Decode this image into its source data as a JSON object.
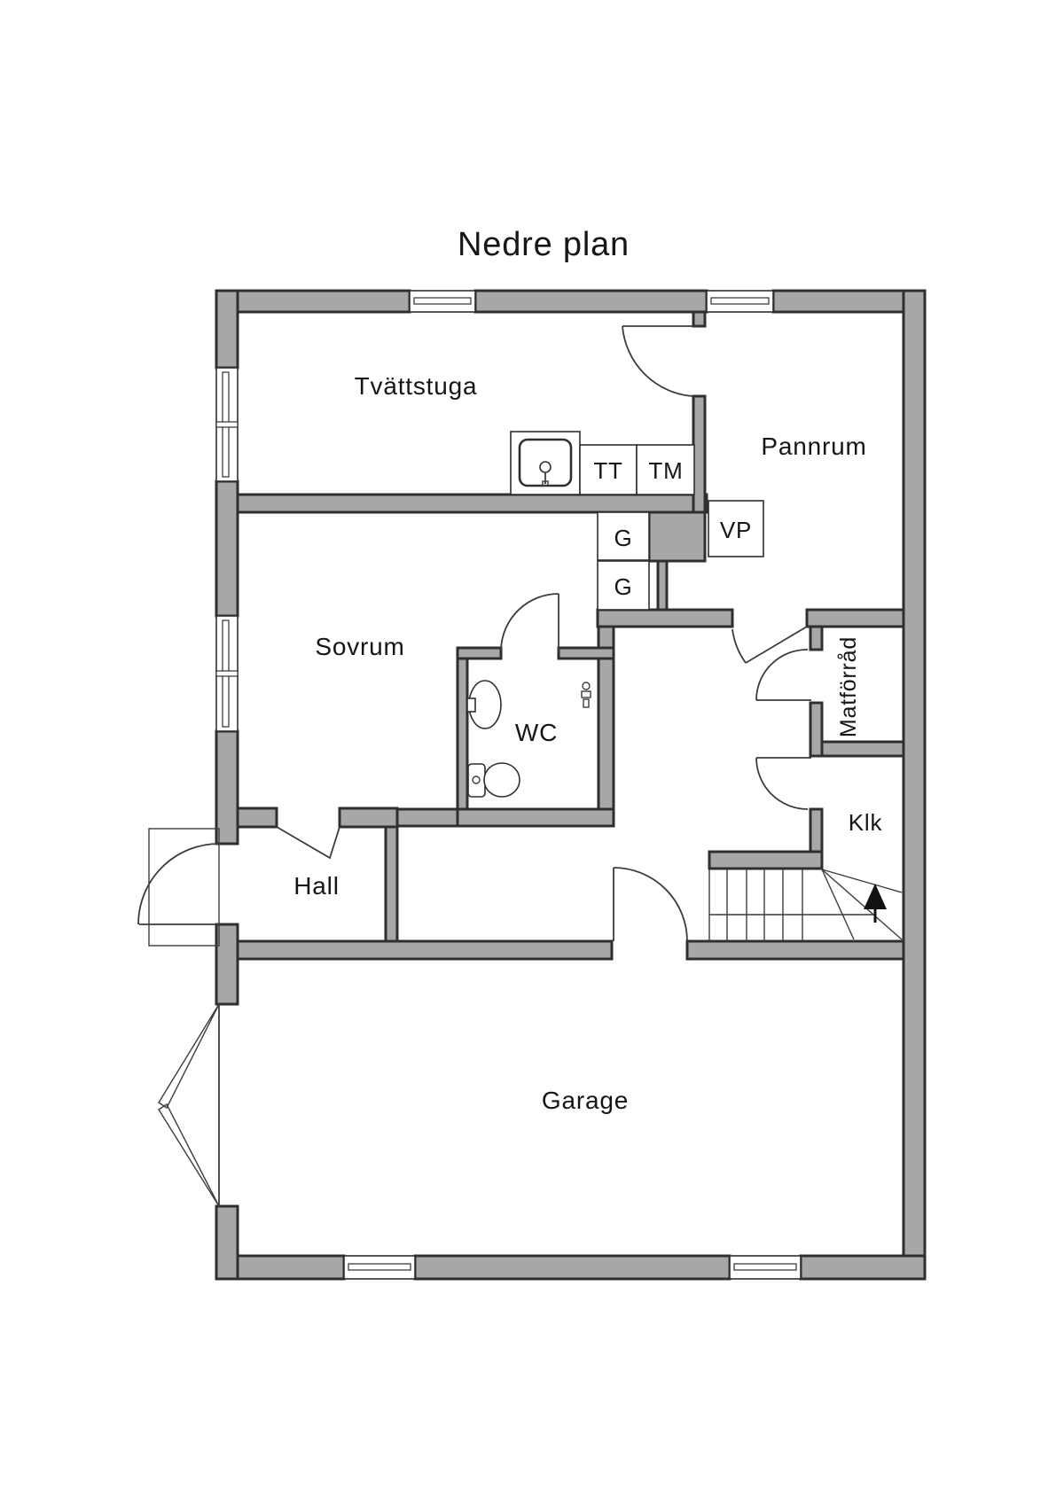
{
  "title": "Nedre plan",
  "rooms": [
    {
      "id": "tvattstuga",
      "label": "Tvättstuga"
    },
    {
      "id": "pannrum",
      "label": "Pannrum"
    },
    {
      "id": "sovrum",
      "label": "Sovrum"
    },
    {
      "id": "wc",
      "label": "WC"
    },
    {
      "id": "hall",
      "label": "Hall"
    },
    {
      "id": "garage",
      "label": "Garage"
    },
    {
      "id": "matforrad",
      "label": "Matförråd"
    },
    {
      "id": "klk",
      "label": "Klk"
    }
  ],
  "fixtures": {
    "tumble_dryer": "TT",
    "washing_machine": "TM",
    "wardrobe_1": "G",
    "wardrobe_2": "G",
    "heat_pump": "VP"
  },
  "icons": [
    "sink-icon",
    "washbasin-icon",
    "toilet-icon",
    "faucet-icon",
    "stairs-up-arrow"
  ],
  "colors": {
    "wall": "#a7a7a7",
    "line": "#2f2f2f",
    "text": "#161616",
    "background": "#ffffff"
  }
}
